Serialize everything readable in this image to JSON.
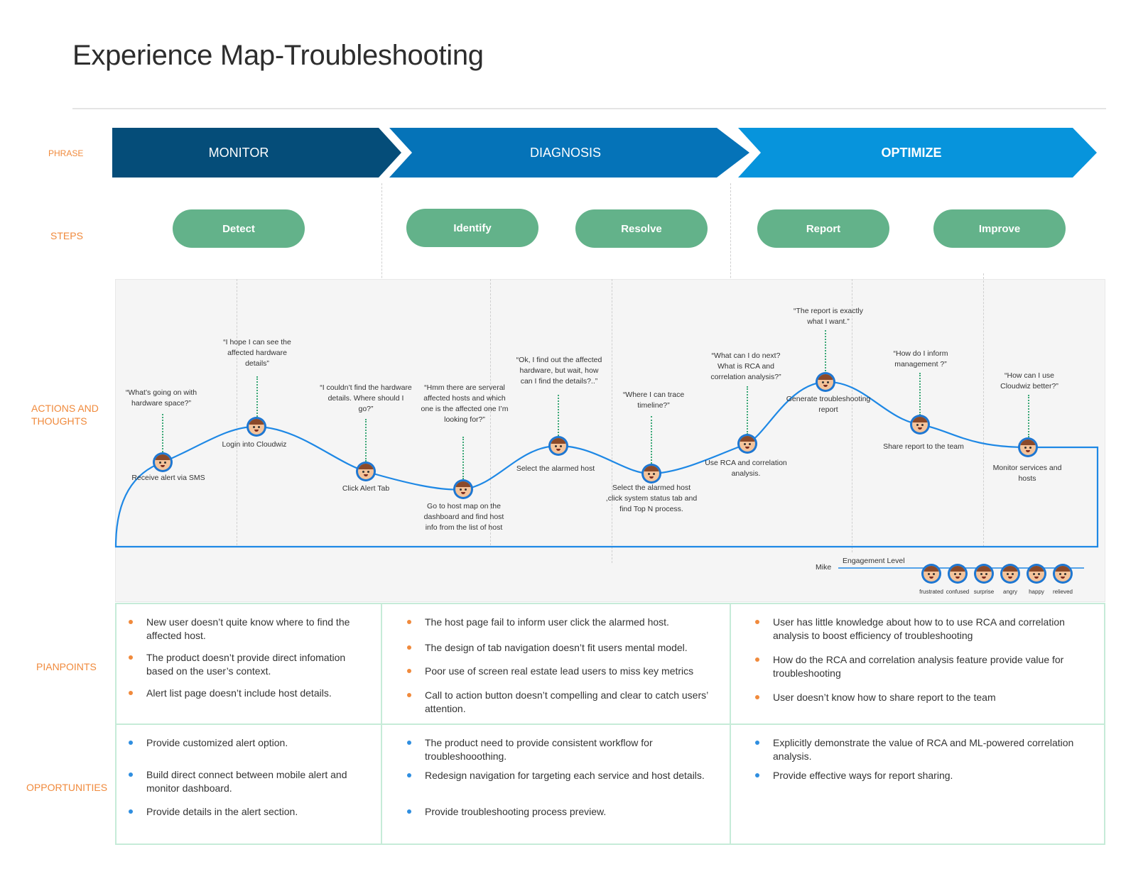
{
  "title": "Experience Map-Troubleshooting",
  "labels": {
    "phrase": "PHRASE",
    "steps": "STEPS",
    "actions": "ACTIONS AND THOUGHTS",
    "painpoints": "PIANPOINTS",
    "opportunities": "OPPORTUNITIES"
  },
  "phases": [
    {
      "label": "MONITOR",
      "color": "#054d79"
    },
    {
      "label": "DIAGNOSIS",
      "color": "#0573b8"
    },
    {
      "label": "OPTIMIZE",
      "color": "#0794dc"
    }
  ],
  "steps": [
    "Detect",
    "Identify",
    "Resolve",
    "Report",
    "Improve"
  ],
  "journey": [
    {
      "thought": "“What’s going on with hardware space?”",
      "action": "Receive alert via SMS",
      "face": "frustrated"
    },
    {
      "thought": "“I hope I can see the affected hardware details”",
      "action": "Login into Cloudwiz",
      "face": "confused"
    },
    {
      "thought": "“I couldn’t find the hardware details. Where should I go?”",
      "action": "Click Alert Tab",
      "face": "surprise"
    },
    {
      "thought": "“Hmm there are serveral affected hosts and which one is the affected one I’m looking for?”",
      "action": "Go to host map on the dashboard and find host info from the list of host",
      "face": "angry"
    },
    {
      "thought": "“Ok, I  find out the affected hardware, but wait, how can I find the details?..”",
      "action": "Select the alarmed host",
      "face": "confused"
    },
    {
      "thought": "“Where I can trace timeline?”",
      "action": "Select the alarmed host ,click system status tab and find Top N process.",
      "face": "angry"
    },
    {
      "thought": "“What can I do next? What is RCA  and correlation analysis?”",
      "action": "Use RCA and correlation analysis.",
      "face": "confused"
    },
    {
      "thought": "“The report is exactly what I want.”",
      "action": "Generate troubleshooting report",
      "face": "happy"
    },
    {
      "thought": "“How do I inform management ?”",
      "action": "Share report to the team",
      "face": "relieved"
    },
    {
      "thought": "“How can I use Cloudwiz better?”",
      "action": "Monitor services and hosts",
      "face": "confused"
    }
  ],
  "legend": {
    "persona": "Mike",
    "axis": "Engagement Level",
    "emotions": [
      "frustrated",
      "confused",
      "surprise",
      "angry",
      "happy",
      "relieved"
    ]
  },
  "painpoints": [
    [
      "New user doesn’t quite know where to find the affected host.",
      "The product doesn’t provide direct infomation based on the user’s context.",
      "Alert list page doesn’t include host details."
    ],
    [
      "The host page fail to inform user click the alarmed host.",
      "The design of tab navigation doesn’t fit users mental model.",
      "Poor use of screen real estate lead users to miss key metrics",
      "Call to action button doesn’t compelling and clear to catch users’ attention."
    ],
    [
      "User has little knowledge about how to to use RCA and correlation analysis to boost efficiency of troubleshooting",
      "How do the RCA and correlation analysis feature  provide value for troubleshooting",
      "User doesn’t know how to share report to the team"
    ]
  ],
  "opportunities": [
    [
      "Provide customized alert option.",
      "Build direct connect between mobile alert and monitor dashboard.",
      "Provide details in the alert section."
    ],
    [
      "The product need to provide consistent workflow for troubleshooothing.",
      "Redesign navigation for targeting each service and host details.",
      "Provide troubleshooting process preview."
    ],
    [
      "Explicitly demonstrate the value of RCA and ML-powered correlation analysis.",
      "Provide effective ways for report sharing."
    ]
  ],
  "colors": {
    "accent_orange": "#f08a3c",
    "step_green": "#63b28a",
    "curve_blue": "#1e88e5",
    "grid_green": "#c6ebd8"
  }
}
